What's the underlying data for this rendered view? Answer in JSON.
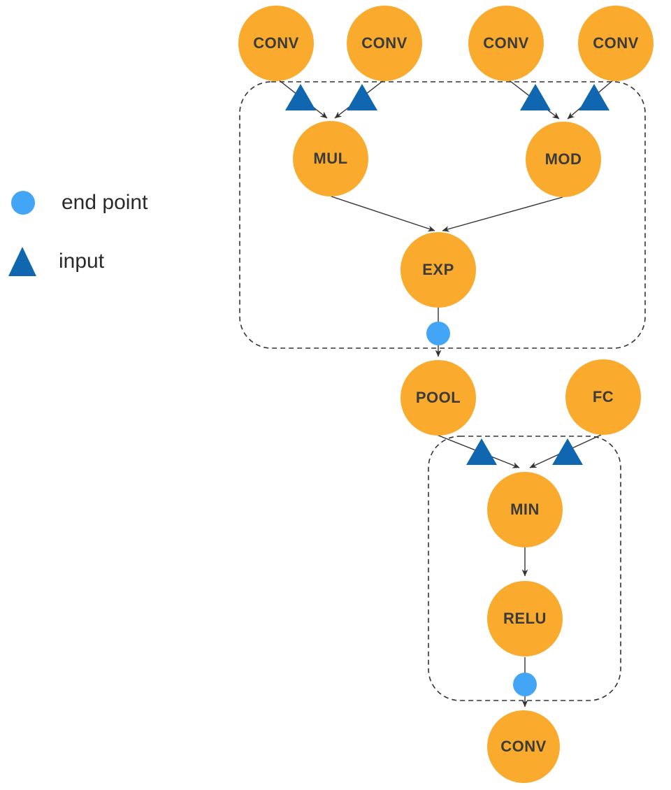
{
  "diagram": {
    "legend": {
      "items": [
        {
          "id": "end-point",
          "label": "end point",
          "symbol": "circle",
          "color": "#42A5F5"
        },
        {
          "id": "input",
          "label": "input",
          "symbol": "triangle",
          "color": "#1167AF"
        }
      ]
    },
    "nodes": [
      {
        "id": "conv-1",
        "label": "CONV"
      },
      {
        "id": "conv-2",
        "label": "CONV"
      },
      {
        "id": "conv-3",
        "label": "CONV"
      },
      {
        "id": "conv-4",
        "label": "CONV"
      },
      {
        "id": "mul",
        "label": "MUL"
      },
      {
        "id": "mod",
        "label": "MOD"
      },
      {
        "id": "exp",
        "label": "EXP"
      },
      {
        "id": "pool",
        "label": "POOL"
      },
      {
        "id": "fc",
        "label": "FC"
      },
      {
        "id": "min",
        "label": "MIN"
      },
      {
        "id": "relu",
        "label": "RELU"
      },
      {
        "id": "conv-5",
        "label": "CONV"
      }
    ],
    "edges": [
      {
        "from": "conv-1",
        "to": "mul",
        "marker": "input"
      },
      {
        "from": "conv-2",
        "to": "mul",
        "marker": "input"
      },
      {
        "from": "conv-3",
        "to": "mod",
        "marker": "input"
      },
      {
        "from": "conv-4",
        "to": "mod",
        "marker": "input"
      },
      {
        "from": "mul",
        "to": "exp",
        "marker": null
      },
      {
        "from": "mod",
        "to": "exp",
        "marker": null
      },
      {
        "from": "exp",
        "to": "pool",
        "marker": "end point"
      },
      {
        "from": "pool",
        "to": "min",
        "marker": "input"
      },
      {
        "from": "fc",
        "to": "min",
        "marker": "input"
      },
      {
        "from": "min",
        "to": "relu",
        "marker": null
      },
      {
        "from": "relu",
        "to": "conv-5",
        "marker": "end point"
      }
    ],
    "groups": [
      {
        "id": "group-1",
        "style": "dashed-rounded",
        "contains": [
          "mul",
          "mod",
          "exp"
        ]
      },
      {
        "id": "group-2",
        "style": "dashed-rounded",
        "contains": [
          "min",
          "relu"
        ]
      }
    ],
    "colors": {
      "node_fill": "#FAAA2D",
      "node_text": "#3B3B3B",
      "input_triangle": "#1167AF",
      "end_point": "#42A5F5",
      "edge": "#333333",
      "group_border": "#333333",
      "background": "#FFFFFF"
    }
  }
}
